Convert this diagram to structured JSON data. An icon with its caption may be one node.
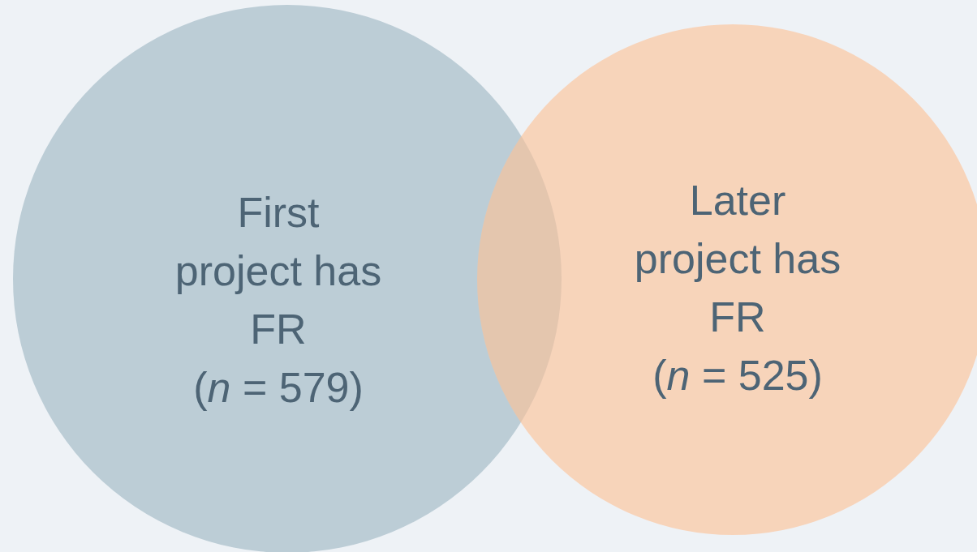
{
  "diagram": {
    "nodes": [
      {
        "text": [
          "First project has FR",
          "(*n* = 579)"
        ]
      },
      {
        "text": [
          "Later project has FR",
          "(*n* = 525)"
        ]
      }
    ]
  }
}
